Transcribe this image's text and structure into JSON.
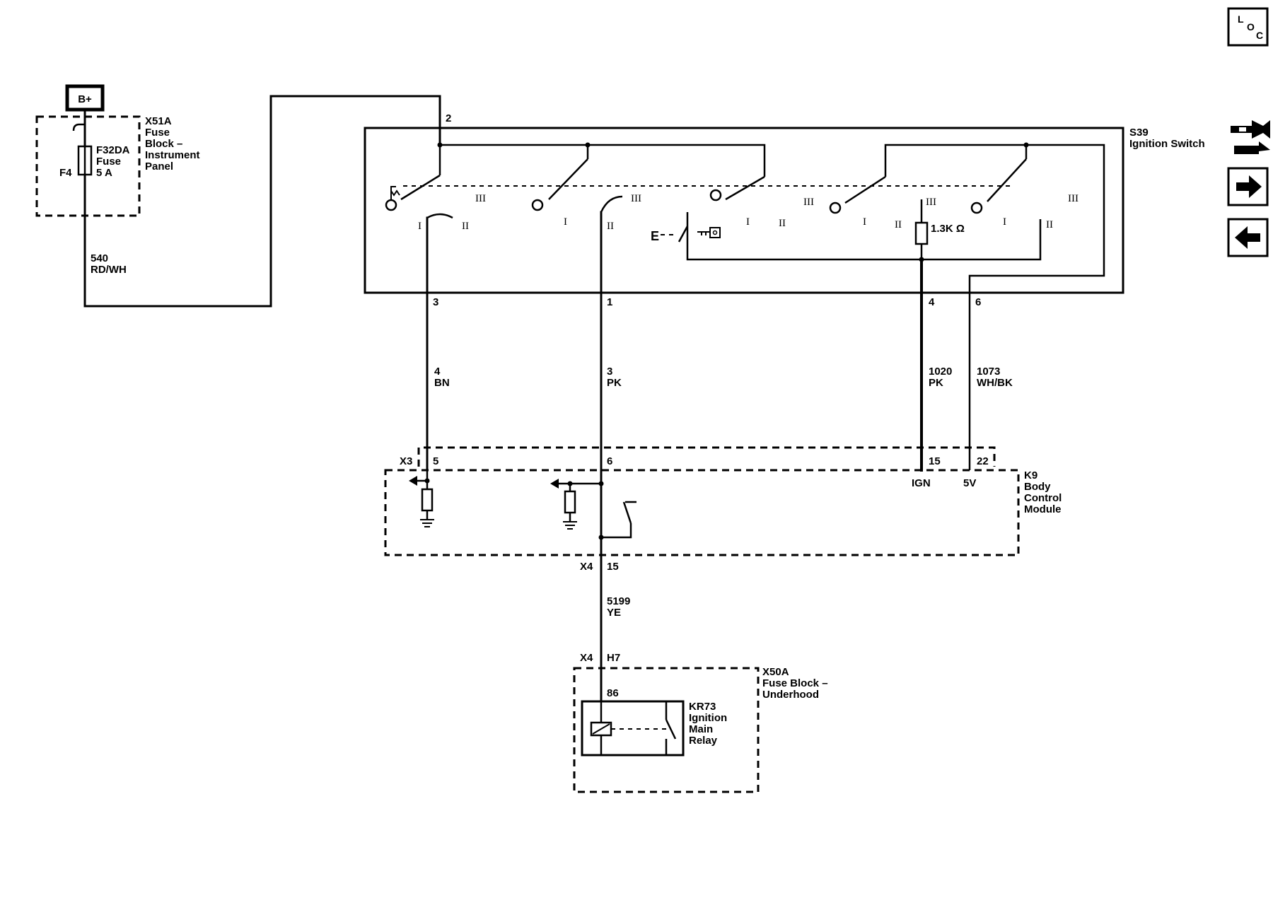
{
  "source": {
    "label": "B+"
  },
  "fuse_block_ip": {
    "ref": "X51A",
    "name_lines": [
      "Fuse",
      "Block –",
      "Instrument",
      "Panel"
    ],
    "fuse_ref": "F32DA",
    "fuse_word": "Fuse",
    "fuse_rating": "5 A",
    "fuse_position": "F4"
  },
  "wire_540": {
    "circuit": "540",
    "color": "RD/WH"
  },
  "ignition_switch": {
    "ref": "S39",
    "name": "Ignition Switch",
    "pin_in": "2",
    "pins_out": [
      "3",
      "1",
      "4",
      "6"
    ],
    "resistor": "1.3K Ω",
    "lock_symbol": "E",
    "position_labels": [
      "I",
      "II",
      "III"
    ]
  },
  "wires": [
    {
      "circuit": "4",
      "color": "BN"
    },
    {
      "circuit": "3",
      "color": "PK"
    },
    {
      "circuit": "1020",
      "color": "PK"
    },
    {
      "circuit": "1073",
      "color": "WH/BK"
    }
  ],
  "bcm": {
    "ref": "K9",
    "name_lines": [
      "Body",
      "Control",
      "Module"
    ],
    "x3_connector": "X3",
    "x3_pins": [
      "5",
      "6",
      "15",
      "22"
    ],
    "labels": [
      "IGN",
      "5V"
    ],
    "x4_connector": "X4",
    "x4_pin": "15"
  },
  "wire_5199": {
    "circuit": "5199",
    "color": "YE"
  },
  "fuse_block_uh": {
    "ref": "X50A",
    "name_lines": [
      "Fuse Block –",
      "Underhood"
    ],
    "connector": "X4",
    "pin": "H7"
  },
  "relay": {
    "ref": "KR73",
    "name_lines": [
      "Ignition",
      "Main",
      "Relay"
    ],
    "pin": "86"
  },
  "nav": {
    "loc_letters": [
      "L",
      "O",
      "C"
    ],
    "icons": [
      "connector-icon",
      "arrow-right-icon",
      "arrow-left-icon"
    ]
  }
}
